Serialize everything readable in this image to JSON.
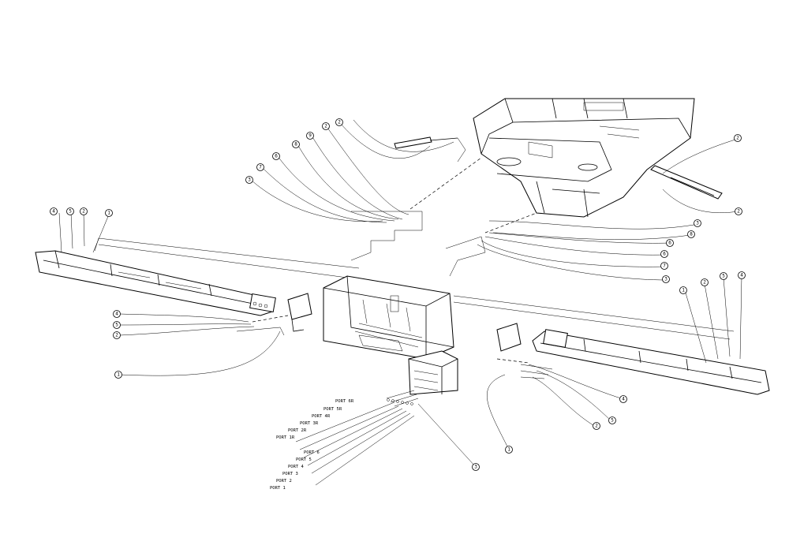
{
  "callouts": {
    "left_group": [
      "4",
      "5",
      "2",
      "1"
    ],
    "left_lower": [
      "4",
      "5",
      "2",
      "1"
    ],
    "upper_center": [
      "3",
      "7",
      "6",
      "8",
      "9",
      "2",
      "2"
    ],
    "upper_right": [
      "2",
      "2"
    ],
    "right_center": [
      "3",
      "8",
      "6",
      "6",
      "7",
      "3"
    ],
    "right_group": [
      "1",
      "2",
      "5",
      "4"
    ],
    "right_lower": [
      "4",
      "5",
      "2",
      "1"
    ],
    "bottom": [
      "3"
    ]
  },
  "ports": {
    "right_side": [
      "PORT 6R",
      "PORT 5R",
      "PORT 4R",
      "PORT 3R",
      "PORT 2R",
      "PORT 1R"
    ],
    "left_side": [
      "PORT 6",
      "PORT 5",
      "PORT 4",
      "PORT 3",
      "PORT 2",
      "PORT 1"
    ]
  }
}
